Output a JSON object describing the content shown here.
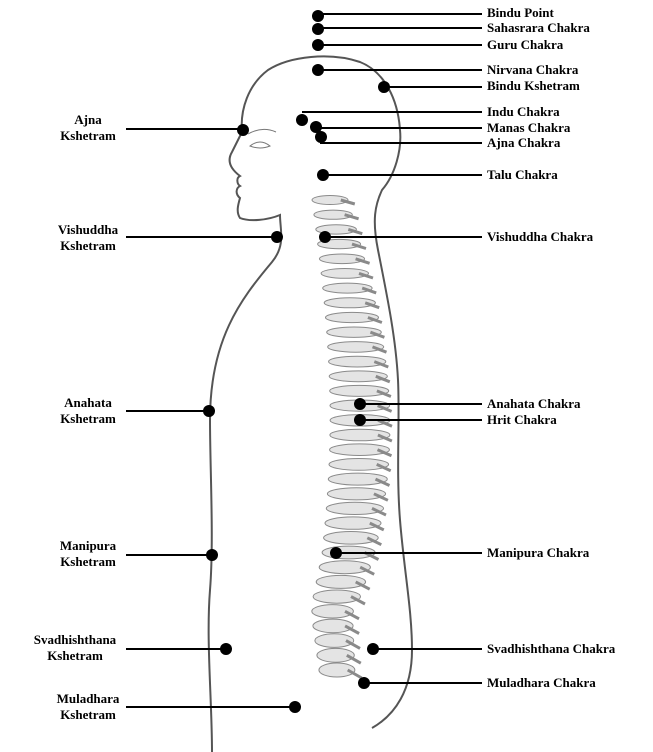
{
  "colors": {
    "ink": "#000000",
    "outline": "#555555",
    "spine": "#8a8a8a",
    "background": "#ffffff"
  },
  "right_labels": [
    {
      "id": "bindu-point",
      "text": "Bindu Point"
    },
    {
      "id": "sahasrara-chakra",
      "text": "Sahasrara Chakra"
    },
    {
      "id": "guru-chakra",
      "text": "Guru Chakra"
    },
    {
      "id": "nirvana-chakra",
      "text": "Nirvana Chakra"
    },
    {
      "id": "bindu-kshetram",
      "text": "Bindu Kshetram"
    },
    {
      "id": "indu-chakra",
      "text": "Indu Chakra"
    },
    {
      "id": "manas-chakra",
      "text": "Manas Chakra"
    },
    {
      "id": "ajna-chakra",
      "text": "Ajna Chakra"
    },
    {
      "id": "talu-chakra",
      "text": "Talu Chakra"
    },
    {
      "id": "vishuddha-chakra",
      "text": "Vishuddha Chakra"
    },
    {
      "id": "anahata-chakra",
      "text": "Anahata Chakra"
    },
    {
      "id": "hrit-chakra",
      "text": "Hrit Chakra"
    },
    {
      "id": "manipura-chakra",
      "text": "Manipura Chakra"
    },
    {
      "id": "svadhishthana-chakra",
      "text": "Svadhishthana Chakra"
    },
    {
      "id": "muladhara-chakra",
      "text": "Muladhara Chakra"
    }
  ],
  "left_labels": [
    {
      "id": "ajna-kshetram",
      "line1": "Ajna",
      "line2": "Kshetram"
    },
    {
      "id": "vishuddha-kshetram",
      "line1": "Vishuddha",
      "line2": "Kshetram"
    },
    {
      "id": "anahata-kshetram",
      "line1": "Anahata",
      "line2": "Kshetram"
    },
    {
      "id": "manipura-kshetram",
      "line1": "Manipura",
      "line2": "Kshetram"
    },
    {
      "id": "svadhishthana-kshetram",
      "line1": "Svadhishthana",
      "line2": "Kshetram"
    },
    {
      "id": "muladhara-kshetram",
      "line1": "Muladhara",
      "line2": "Kshetram"
    }
  ]
}
